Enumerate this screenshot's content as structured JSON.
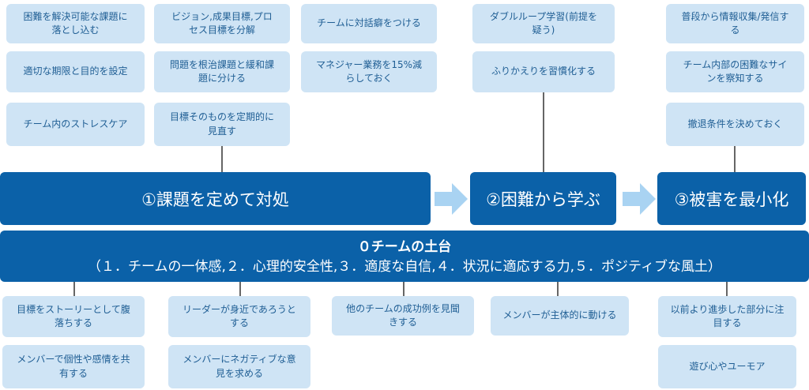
{
  "groups": {
    "g1": {
      "title": "①課題を定めて対処",
      "items_col1": [
        "困難を解決可能な課題に\n落とし込む",
        "適切な期限と目的を設定",
        "チーム内のストレスケア"
      ],
      "items_col2": [
        "ビジョン,成果目標,プロ\nセス目標を分解",
        "問題を根治課題と緩和課\n題に分ける",
        "目標そのものを定期的に\n見直す"
      ],
      "items_col3": [
        "チームに対話癖をつける",
        "マネジャー業務を15%減\nらしておく"
      ]
    },
    "g2": {
      "title": "②困難から学ぶ",
      "items": [
        "ダブルループ学習(前提を\n疑う)",
        "ふりかえりを習慣化する"
      ]
    },
    "g3": {
      "title": "③被害を最小化",
      "items": [
        "普段から情報収集/発信す\nる",
        "チーム内部の困難なサイ\nンを察知する",
        "撤退条件を決めておく"
      ]
    }
  },
  "foundation": {
    "title": "０チームの土台",
    "subtitle": "（１．チームの一体感,２．心理的安全性,３．適度な自信,４．状況に適応する力,５．ポジティブな風土）"
  },
  "bottom": {
    "col1": [
      "目標をストーリーとして腹\n落ちする",
      "メンバーで個性や感情を共\n有する"
    ],
    "col2": [
      "リーダーが身近であろうと\nする",
      "メンバーにネガティブな意\n見を求める"
    ],
    "col3": [
      "他のチームの成功例を見聞\nきする"
    ],
    "col4": [
      "メンバーが主体的に動ける"
    ],
    "col5": [
      "以前より進歩した部分に注\n目する",
      "遊び心やユーモア"
    ]
  },
  "colors": {
    "dark_blue": "#0b61a8",
    "light_blue": "#cfe4f5",
    "card_text": "#1f5e94",
    "arrow": "#a9d3f2",
    "connector": "#666666"
  }
}
